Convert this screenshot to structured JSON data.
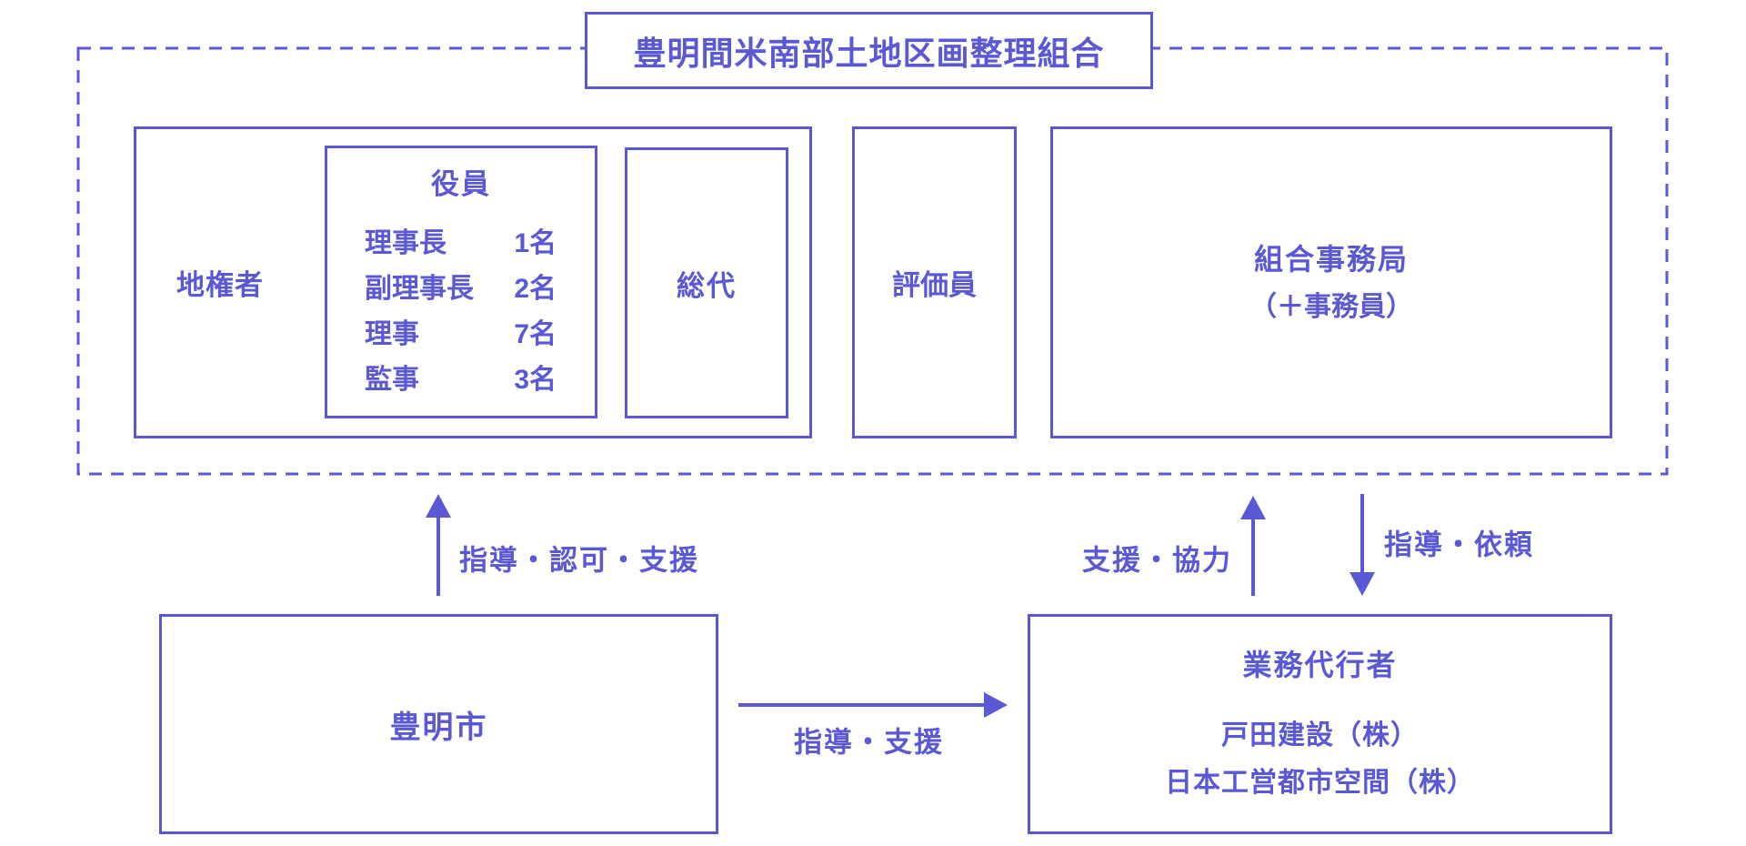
{
  "diagram": {
    "union": {
      "title": "豊明間米南部土地区画整理組合",
      "landowners": {
        "label": "地権者"
      },
      "officers": {
        "title": "役員",
        "rows": [
          {
            "label": "理事長",
            "count": "1名"
          },
          {
            "label": "副理事長",
            "count": "2名"
          },
          {
            "label": "理事",
            "count": "7名"
          },
          {
            "label": "監事",
            "count": "3名"
          }
        ]
      },
      "representatives": {
        "label": "総代"
      },
      "evaluators": {
        "label": "評価員"
      },
      "secretariat": {
        "title": "組合事務局",
        "subtitle": "（＋事務員）"
      }
    },
    "city": {
      "label": "豊明市"
    },
    "agent": {
      "title": "業務代行者",
      "companies": [
        "戸田建設（株）",
        "日本工営都市空間（株）"
      ]
    },
    "arrows": {
      "city_to_union": {
        "label": "指導・認可・支援"
      },
      "city_to_agent": {
        "label": "指導・支援"
      },
      "agent_to_union": {
        "label": "支援・協力"
      },
      "union_to_agent": {
        "label": "指導・依頼"
      }
    },
    "colors": {
      "primary": "#5b58d6",
      "background": "#ffffff"
    }
  }
}
